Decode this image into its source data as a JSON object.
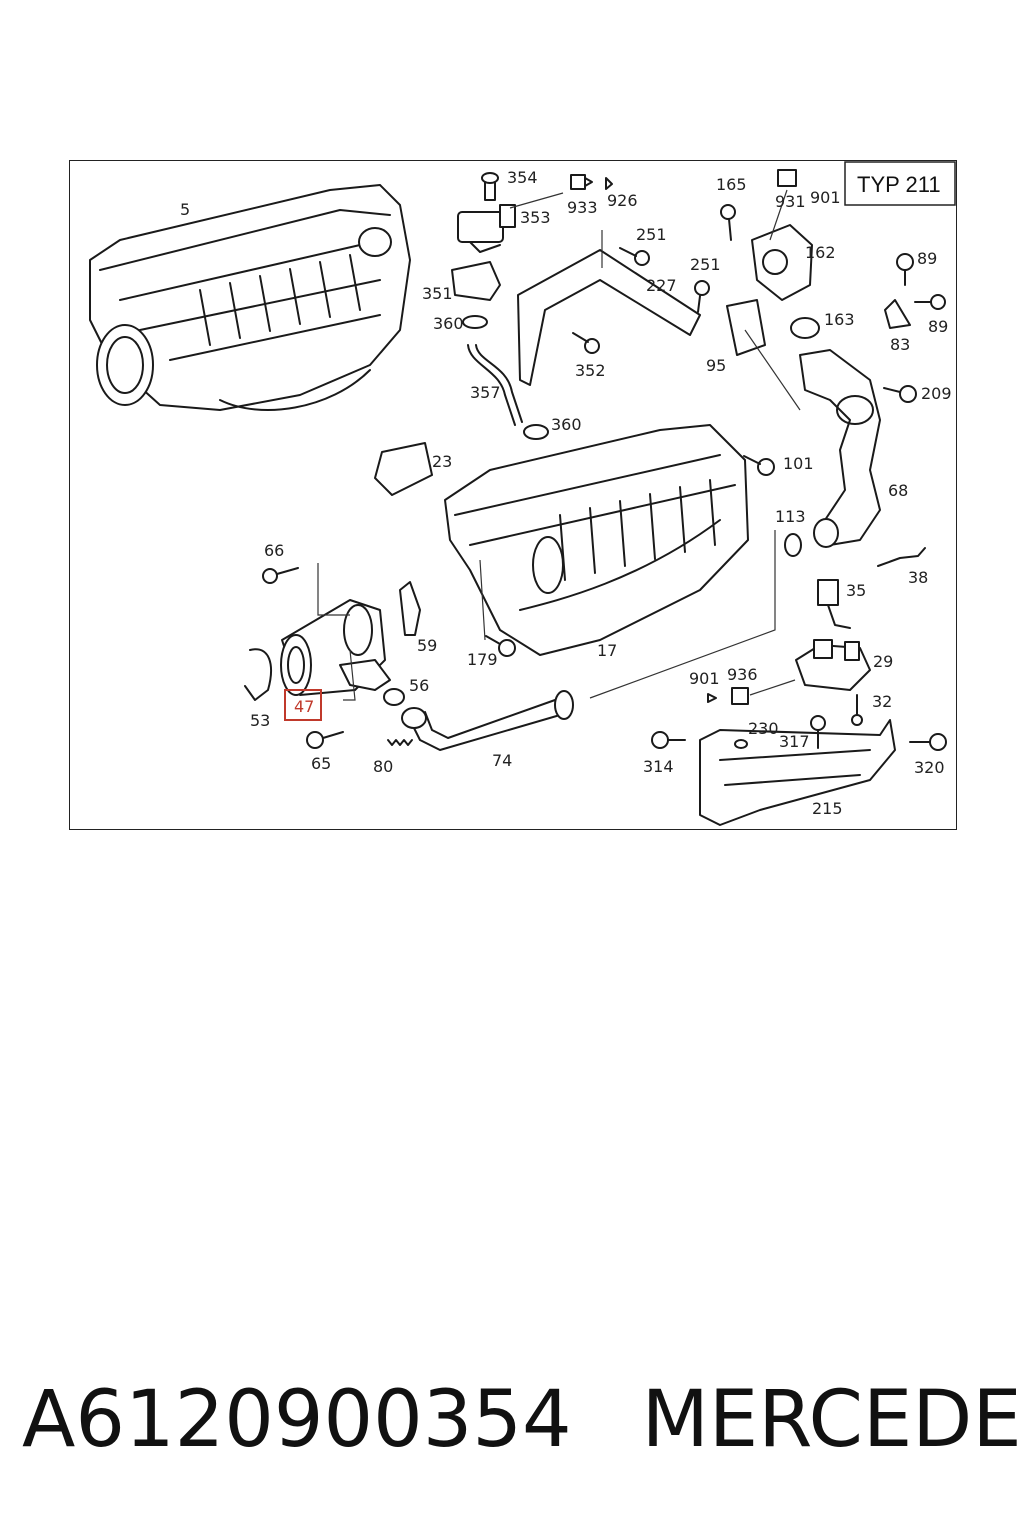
{
  "diagram": {
    "variant_label": "TYP 211",
    "highlighted_part": "47",
    "part_numbers": [
      "5",
      "354",
      "353",
      "933",
      "926",
      "165",
      "931",
      "901",
      "251",
      "162",
      "89",
      "351",
      "360",
      "227",
      "251",
      "163",
      "89",
      "83",
      "95",
      "352",
      "357",
      "360",
      "209",
      "23",
      "101",
      "68",
      "113",
      "66",
      "38",
      "35",
      "59",
      "179",
      "17",
      "29",
      "56",
      "901",
      "936",
      "32",
      "53",
      "47",
      "230",
      "317",
      "314",
      "320",
      "65",
      "80",
      "74",
      "215"
    ]
  },
  "caption": {
    "part_code": "A6120900354",
    "brand": "MERCEDES"
  }
}
